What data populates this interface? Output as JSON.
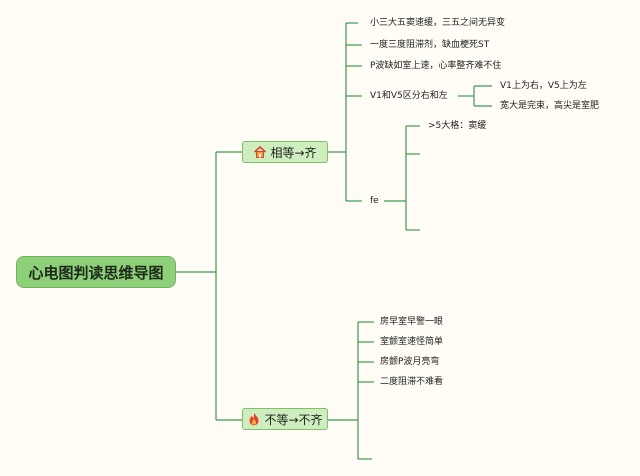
{
  "root": {
    "label": "心电图判读思维导图"
  },
  "branch_equal": {
    "label": "相等→齐",
    "icon": "house-icon",
    "items": [
      "小三大五窦速缓，三五之间无异变",
      "一度三度阻滞剂，缺血梗死ST",
      "P波缺如室上速，心率整齐难不住",
      "V1和V5区分右和左"
    ],
    "v_sub": [
      "V1上为右，V5上为左",
      "宽大是完束，高尖是室肥"
    ],
    "fe": {
      "label": "fe",
      "sub": [
        ">5大格：窦缓"
      ]
    }
  },
  "branch_unequal": {
    "label": "不等→不齐",
    "icon": "fire-icon",
    "items": [
      "房早室早警一眼",
      "室颤室速怪简单",
      "房颤P波月亮弯",
      "二度阻滞不难看"
    ]
  },
  "colors": {
    "line": "#3e9a4e",
    "root": "#8ed07a",
    "branch": "#cfeec0"
  }
}
